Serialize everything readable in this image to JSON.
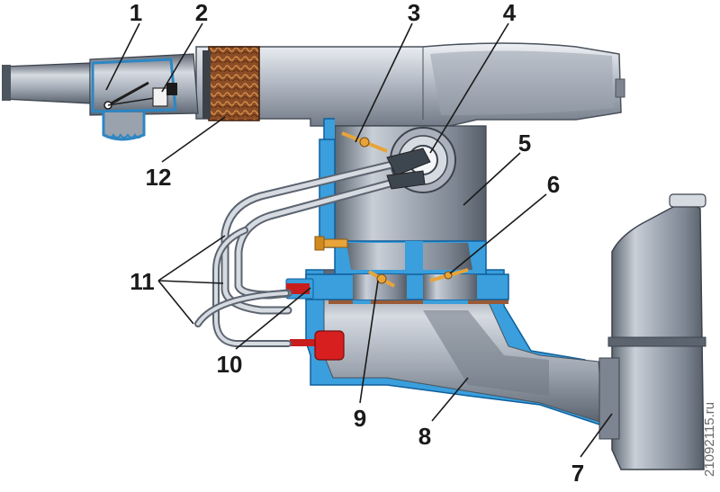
{
  "callouts": {
    "c1": "1",
    "c2": "2",
    "c3": "3",
    "c4": "4",
    "c5": "5",
    "c6": "6",
    "c7": "7",
    "c8": "8",
    "c9": "9",
    "c10": "10",
    "c11": "11",
    "c12": "12"
  },
  "watermark": "21092115.ru",
  "colors": {
    "metal_light": "#d4d9e1",
    "metal_mid": "#a9b1bd",
    "metal_dark": "#6f7884",
    "casting_blue": "#3a9fdc",
    "blue_dark": "#0f5f9d",
    "gasket": "#9a5a36",
    "bolt_orange": "#e7a43a",
    "sensor_red": "#d71f1f",
    "filter_brown": "#7a4220"
  }
}
